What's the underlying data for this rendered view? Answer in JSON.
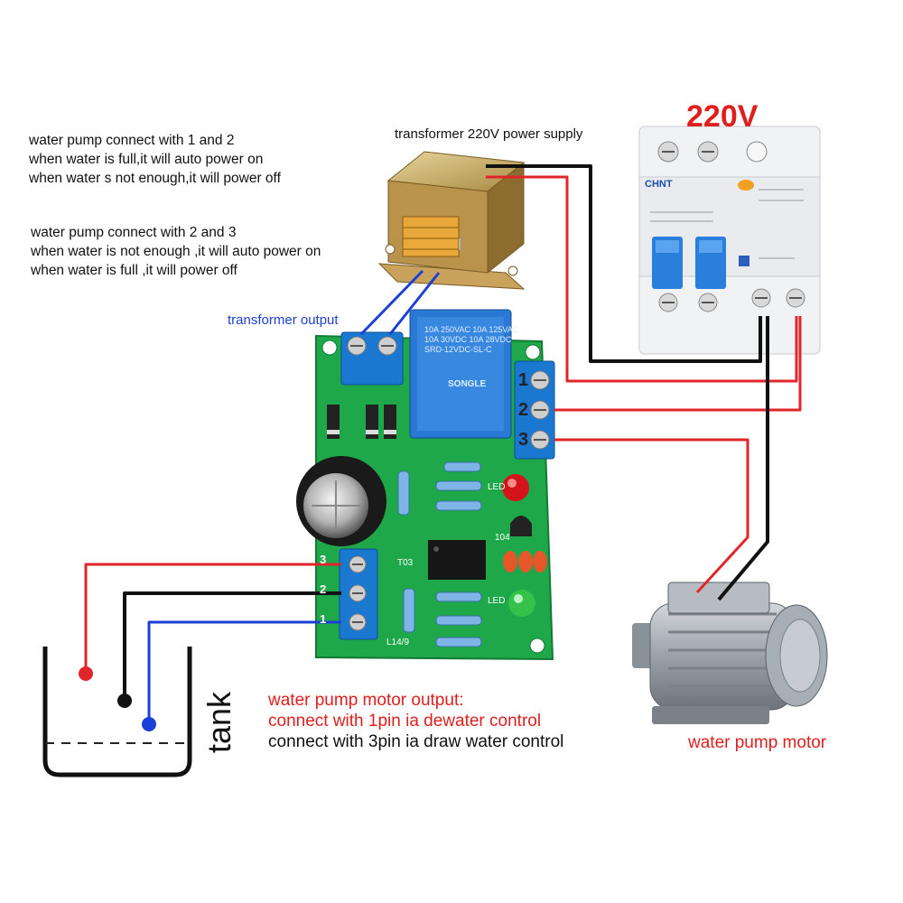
{
  "notes": {
    "mode_1_2": [
      "water pump connect with 1 and 2",
      "when water is full,it will auto power on",
      "when water s not enough,it will power off"
    ],
    "mode_2_3": [
      "water pump connect with 2 and 3",
      "when water is not enough ,it will auto power on",
      "when water is full ,it will power off"
    ]
  },
  "labels": {
    "transformer_supply": "transformer 220V power supply",
    "transformer_output": "transformer output",
    "voltage": "220V",
    "tank": "tank",
    "pump_motor": "water pump motor"
  },
  "relay_pins": [
    "1",
    "2",
    "3"
  ],
  "sensor_pins": [
    "3",
    "2",
    "1"
  ],
  "output_text": {
    "title": "water pump motor output:",
    "line1": "connect with 1pin ia dewater control",
    "line2": "connect with 3pin ia draw water control"
  },
  "component_text": {
    "relay_lines": [
      "10A 250VAC 10A 125VAC",
      "10A 30VDC 10A 28VDC",
      "SRD-12VDC-SL-C"
    ],
    "relay_brand": "SONGLE",
    "breaker_brand": "CHNT",
    "led1": "LED",
    "led2": "LED",
    "cap": "104",
    "pcb_left": "L14/9",
    "pcb_mid": "T03"
  },
  "colors": {
    "wire_red": "#e0262a",
    "wire_black": "#111111",
    "wire_blue": "#1c3fd6",
    "pcb_green": "#1fa84a",
    "terminal_blue": "#1a78d0",
    "breaker_blue": "#2a7fdc",
    "accent_red": "#e01e1e"
  }
}
